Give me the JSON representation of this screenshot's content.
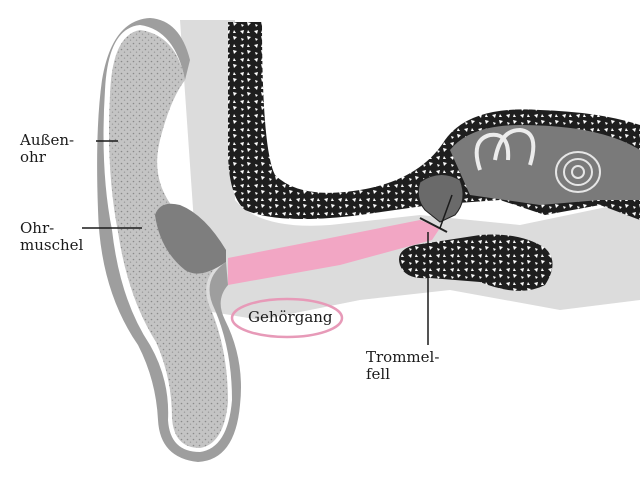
{
  "labels": {
    "outer_ear": "Außen-\nohr",
    "auricle": "Ohr-\nmuschel",
    "ear_canal": "Gehörgang",
    "eardrum": "Trommel-\nfell"
  },
  "colors": {
    "background": "#ffffff",
    "bone": "#1e1e1e",
    "skin": "#c9c9c9",
    "skin_dark": "#9a9a9a",
    "canal_pink": "#f2a6c4",
    "oval_outline": "#e79ab8",
    "inner_gray": "#7a7a7a",
    "soft_tissue": "#d9d9d9"
  }
}
